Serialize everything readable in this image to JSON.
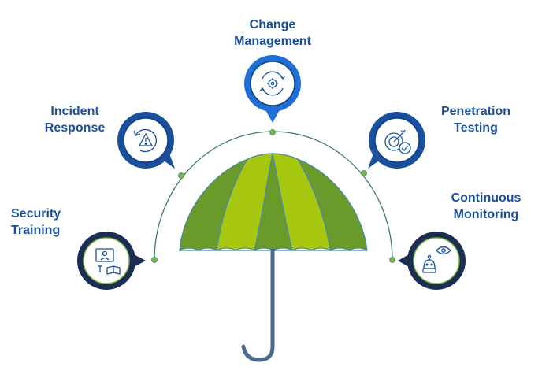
{
  "diagram": {
    "nodes": [
      {
        "id": "change",
        "line1": "Change",
        "line2": "Management",
        "icon": "gear-cycle-icon",
        "color": "#1f6fd6"
      },
      {
        "id": "incident",
        "line1": "Incident",
        "line2": "Response",
        "icon": "alert-triangle-cycle-icon",
        "color": "#1a4f9c"
      },
      {
        "id": "pentest",
        "line1": "Penetration",
        "line2": "Testing",
        "icon": "target-check-icon",
        "color": "#1a4f9c"
      },
      {
        "id": "training",
        "line1": "Security",
        "line2": "Training",
        "icon": "presenter-book-icon",
        "color": "#1b2d52"
      },
      {
        "id": "monitoring",
        "line1": "Continuous",
        "line2": "Monitoring",
        "icon": "eye-robot-icon",
        "color": "#1b2d52"
      }
    ],
    "colors": {
      "arc": "#3e7d6b",
      "dot": "#7ab648",
      "umbrella_dark": "#6a9a2a",
      "umbrella_light": "#a7c70e",
      "umbrella_edge": "#4a8aa6",
      "handle": "#4b6a8f"
    }
  }
}
